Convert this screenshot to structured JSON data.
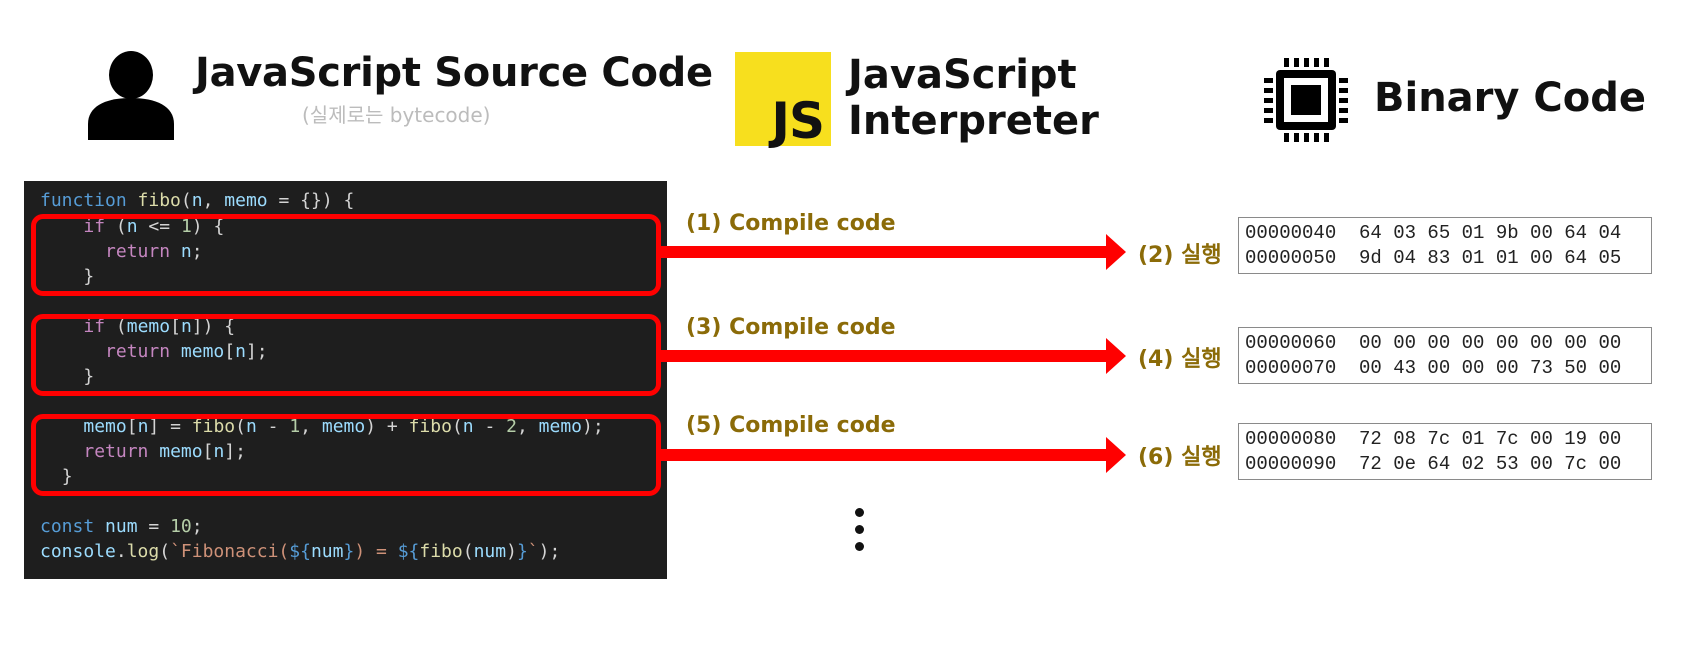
{
  "header": {
    "source_title": "JavaScript Source Code",
    "source_subtitle": "(실제로는 bytecode)",
    "js_logo_text": "JS",
    "interpreter_line1": "JavaScript",
    "interpreter_line2": "Interpreter",
    "binary_title": "Binary Code"
  },
  "icons": {
    "source": "person-icon",
    "interpreter": "js-logo",
    "binary": "cpu-chip-icon"
  },
  "colors": {
    "highlight": "#ff0000",
    "arrow": "#ff0000",
    "label": "#8b6b08",
    "js_yellow": "#f7df1e",
    "code_bg": "#1e1e1e"
  },
  "code": {
    "line1": {
      "kw": "function",
      "fn": "fibo",
      "p1": "(",
      "v1": "n",
      "p2": ", ",
      "v2": "memo",
      "p3": " = {}) {"
    },
    "line2": {
      "kw": "if",
      "p1": " (",
      "v1": "n",
      "p2": " <= ",
      "num": "1",
      "p3": ") {"
    },
    "line3": {
      "kw": "return",
      "v1": "n",
      "p1": ";"
    },
    "line4": "}",
    "line5": {
      "kw": "if",
      "p1": " (",
      "v1": "memo",
      "p2": "[",
      "v2": "n",
      "p3": "]) {"
    },
    "line6": {
      "kw": "return",
      "v1": "memo",
      "p1": "[",
      "v2": "n",
      "p2": "];"
    },
    "line7": "}",
    "line8": {
      "v1": "memo",
      "p1": "[",
      "v2": "n",
      "p2": "] = ",
      "fn1": "fibo",
      "p3": "(",
      "v3": "n",
      "p4": " - ",
      "n1": "1",
      "p5": ", ",
      "v4": "memo",
      "p6": ") + ",
      "fn2": "fibo",
      "p7": "(",
      "v5": "n",
      "p8": " - ",
      "n2": "2",
      "p9": ", ",
      "v6": "memo",
      "p10": ");"
    },
    "line9": {
      "kw": "return",
      "v1": "memo",
      "p1": "[",
      "v2": "n",
      "p2": "];"
    },
    "line10": "}",
    "line11": {
      "kw": "const",
      "v1": "num",
      "p1": " = ",
      "num": "10",
      "p2": ";"
    },
    "line12": {
      "v1": "console",
      "p1": ".",
      "fn": "log",
      "p2": "(",
      "s1": "`Fibonacci(",
      "e1": "${",
      "v2": "num",
      "e2": "}",
      "s2": ") = ",
      "e3": "${",
      "fn2": "fibo",
      "p3": "(",
      "v3": "num",
      "p4": ")",
      "e4": "}",
      "s3": "`",
      "p5": ");"
    }
  },
  "steps": [
    {
      "compile_label": "(1) Compile code",
      "run_label": "(2) 실행",
      "hex": [
        "00000040  64 03 65 01 9b 00 64 04",
        "00000050  9d 04 83 01 01 00 64 05"
      ]
    },
    {
      "compile_label": "(3) Compile code",
      "run_label": "(4) 실행",
      "hex": [
        "00000060  00 00 00 00 00 00 00 00",
        "00000070  00 43 00 00 00 73 50 00"
      ]
    },
    {
      "compile_label": "(5) Compile code",
      "run_label": "(6) 실행",
      "hex": [
        "00000080  72 08 7c 01 7c 00 19 00",
        "00000090  72 0e 64 02 53 00 7c 00"
      ]
    }
  ]
}
